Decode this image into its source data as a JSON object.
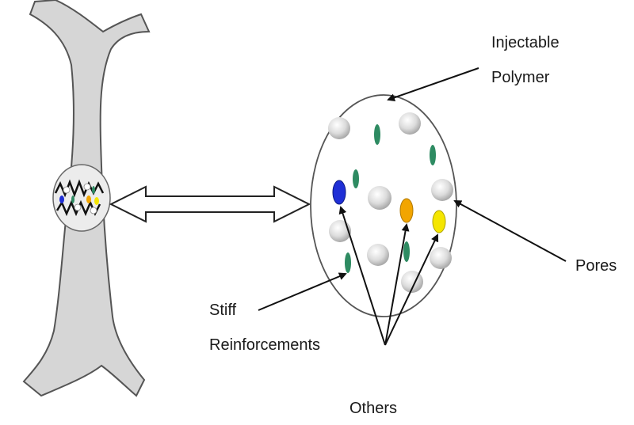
{
  "labels": {
    "injectable_line1": "Injectable",
    "injectable_line2": "Polymer",
    "pores": "Pores",
    "stiff_line1": "Stiff",
    "stiff_line2": "Reinforcements",
    "others": "Others"
  },
  "colors": {
    "bone_fill": "#d6d6d6",
    "outline": "#555555",
    "pore_fill": "#d9d9d9",
    "reinforcement": "#2e8b62",
    "other_blue": "#1f2fd6",
    "other_orange": "#f2a500",
    "other_yellow": "#f5e600",
    "arrow": "#111111"
  }
}
